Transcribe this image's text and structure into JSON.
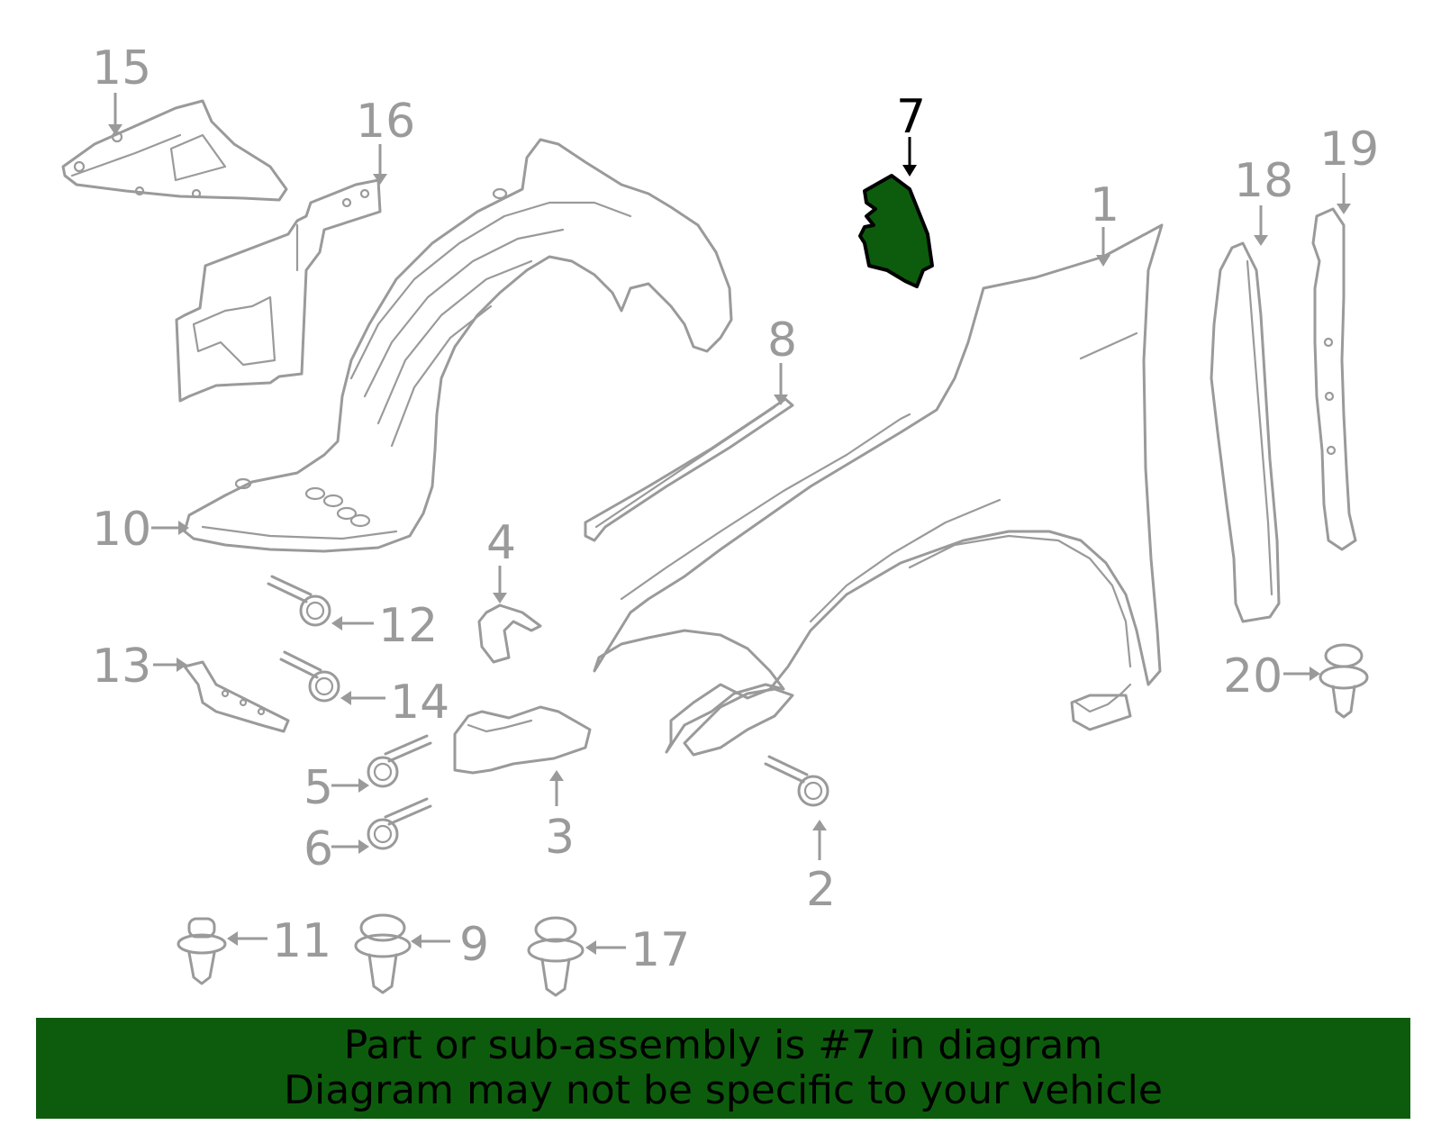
{
  "diagram": {
    "highlighted_part": "7",
    "highlight_color": "#0d5c0d",
    "line_color": "#9a9a9a",
    "callouts": [
      {
        "id": "1",
        "label": "1"
      },
      {
        "id": "2",
        "label": "2"
      },
      {
        "id": "3",
        "label": "3"
      },
      {
        "id": "4",
        "label": "4"
      },
      {
        "id": "5",
        "label": "5"
      },
      {
        "id": "6",
        "label": "6"
      },
      {
        "id": "7",
        "label": "7"
      },
      {
        "id": "8",
        "label": "8"
      },
      {
        "id": "9",
        "label": "9"
      },
      {
        "id": "10",
        "label": "10"
      },
      {
        "id": "11",
        "label": "11"
      },
      {
        "id": "12",
        "label": "12"
      },
      {
        "id": "13",
        "label": "13"
      },
      {
        "id": "14",
        "label": "14"
      },
      {
        "id": "15",
        "label": "15"
      },
      {
        "id": "16",
        "label": "16"
      },
      {
        "id": "17",
        "label": "17"
      },
      {
        "id": "18",
        "label": "18"
      },
      {
        "id": "19",
        "label": "19"
      },
      {
        "id": "20",
        "label": "20"
      }
    ]
  },
  "banner": {
    "line1": "Part or sub-assembly is #7 in diagram",
    "line2": "Diagram may not be specific to your vehicle",
    "background": "#0d5c0d"
  }
}
